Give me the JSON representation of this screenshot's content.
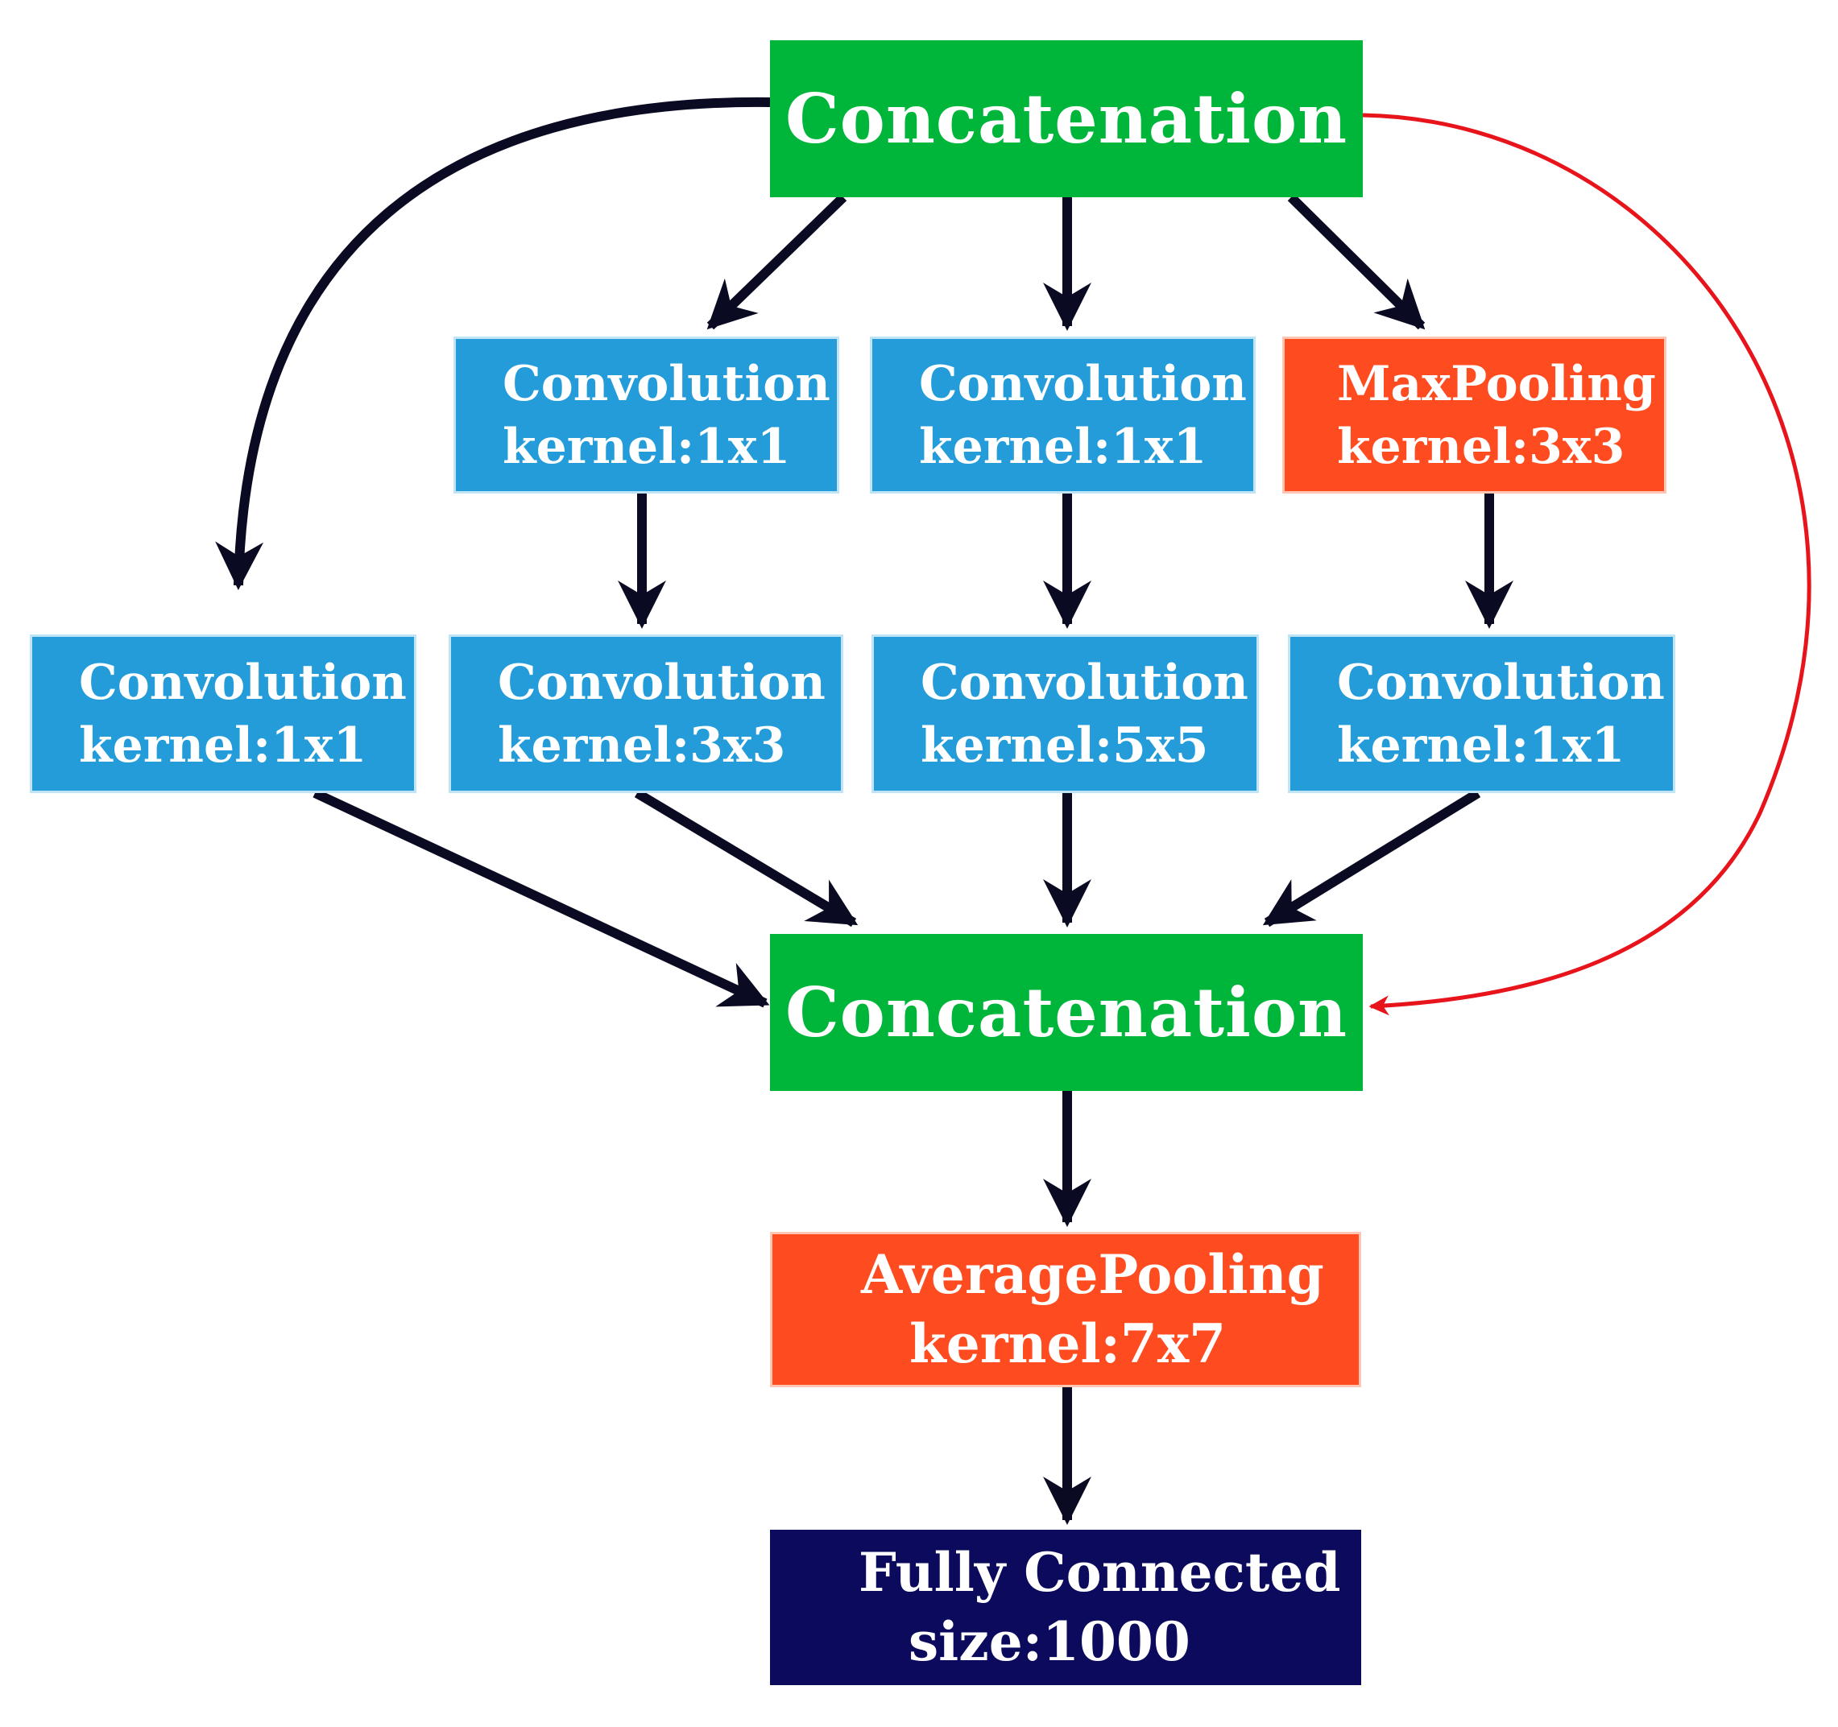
{
  "nodes": {
    "concat_top": {
      "label": "Concatenation"
    },
    "conv_b1_top": {
      "line1": "Convolution",
      "line2": "kernel:1x1"
    },
    "conv_b2_top": {
      "line1": "Convolution",
      "line2": "kernel:1x1"
    },
    "maxpool": {
      "line1": "MaxPooling",
      "line2": "kernel:3x3"
    },
    "conv_a": {
      "line1": "Convolution",
      "line2": "kernel:1x1"
    },
    "conv_b1_bottom": {
      "line1": "Convolution",
      "line2": "kernel:3x3"
    },
    "conv_b2_bottom": {
      "line1": "Convolution",
      "line2": "kernel:5x5"
    },
    "conv_d": {
      "line1": "Convolution",
      "line2": "kernel:1x1"
    },
    "concat_bottom": {
      "label": "Concatenation"
    },
    "avgpool": {
      "line1": "AveragePooling",
      "line2": "kernel:7x7"
    },
    "fc": {
      "line1": "Fully Connected",
      "line2": "size:1000"
    }
  },
  "colors": {
    "concatenation": "#00b63a",
    "convolution": "#239cd9",
    "pooling": "#ff4b20",
    "fully_connected": "#0b0a5c",
    "arrow": "#0a0a23",
    "skip_arrow": "#e8141c"
  }
}
